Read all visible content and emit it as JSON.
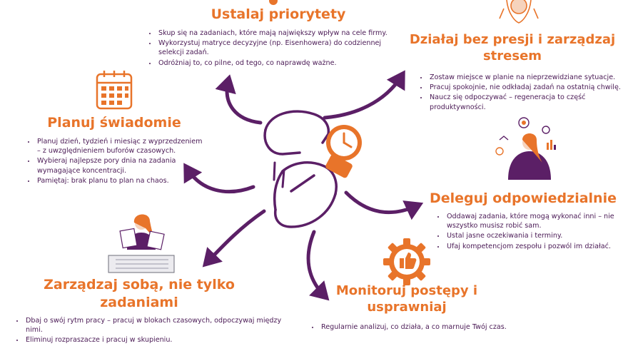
{
  "colors": {
    "accent": "#e8742a",
    "purple": "#5b1f66",
    "text": "#4a1a55"
  },
  "sections": {
    "ustalaj": {
      "title": "Ustalaj priorytety",
      "points": [
        "Skup się na zadaniach, które mają największy wpływ na cele firmy.",
        "Wykorzystuj matryce decyzyjne (np. Eisenhowera) do codziennej selekcji zadań.",
        "Odróżniaj to, co pilne, od tego, co naprawdę ważne."
      ]
    },
    "dzialaj": {
      "title_line1": "Działaj bez presji i zarządzaj",
      "title_line2": "stresem",
      "points": [
        "Zostaw miejsce w planie na nieprzewidziane sytuacje.",
        "Pracuj spokojnie, nie odkładaj zadań na ostatnią chwilę.",
        "Naucz się odpoczywać – regeneracja to część produktywności."
      ]
    },
    "planuj": {
      "title": "Planuj świadomie",
      "points": [
        "Planuj dzień, tydzień i miesiąc z wyprzedzeniem – z uwzględnieniem buforów czasowych.",
        "Wybieraj najlepsze pory dnia na zadania wymagające koncentracji.",
        "Pamiętaj: brak planu to plan na chaos."
      ]
    },
    "deleguj": {
      "title": "Deleguj odpowiedzialnie",
      "points": [
        "Oddawaj zadania, które mogą wykonać inni – nie wszystko musisz robić sam.",
        "Ustal jasne oczekiwania i terminy.",
        "Ufaj kompetencjom zespołu i pozwól im działać."
      ]
    },
    "zarzadzaj": {
      "title_line1": "Zarządzaj sobą, nie tylko",
      "title_line2": "zadaniami",
      "points": [
        "Dbaj o swój rytm pracy – pracuj w blokach czasowych, odpoczywaj między nimi.",
        "Eliminuj rozpraszacze i pracuj w skupieniu."
      ]
    },
    "monitoruj": {
      "title_line1": "Monitoruj postępy i",
      "title_line2": "usprawniaj",
      "points": [
        "Regularnie analizuj, co działa, a co marnuje Twój czas."
      ]
    }
  }
}
